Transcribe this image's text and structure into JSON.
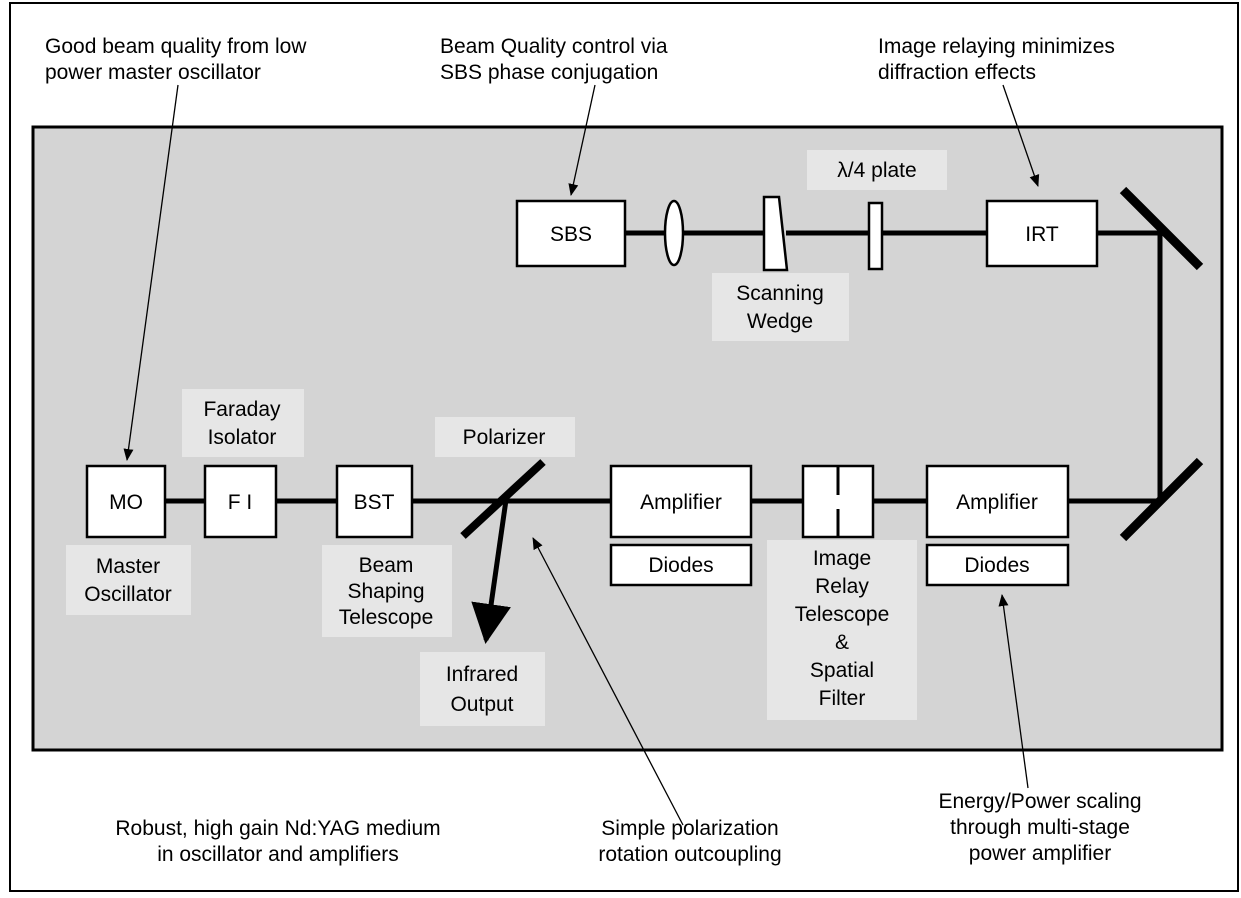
{
  "annotations": {
    "beam_quality_oscillator": [
      "Good beam quality from low",
      "power master oscillator"
    ],
    "beam_quality_sbs": [
      "Beam Quality control via",
      "SBS phase conjugation"
    ],
    "image_relaying": [
      "Image relaying minimizes",
      "diffraction effects"
    ],
    "nd_yag_medium": [
      "Robust, high gain Nd:YAG medium",
      "in oscillator and amplifiers"
    ],
    "polarization_outcoupling": [
      "Simple polarization",
      "rotation outcoupling"
    ],
    "energy_scaling": [
      "Energy/Power scaling",
      "through multi-stage",
      "power amplifier"
    ]
  },
  "components": {
    "sbs": "SBS",
    "irt": "IRT",
    "mo": "MO",
    "fi": "F I",
    "bst": "BST",
    "amplifier_1": "Amplifier",
    "amplifier_2": "Amplifier",
    "diodes_1": "Diodes",
    "diodes_2": "Diodes"
  },
  "labels": {
    "quarter_wave_plate": "λ/4 plate",
    "scanning_wedge": [
      "Scanning",
      "Wedge"
    ],
    "faraday_isolator": [
      "Faraday",
      "Isolator"
    ],
    "polarizer": "Polarizer",
    "master_oscillator": [
      "Master",
      "Oscillator"
    ],
    "beam_shaping_telescope": [
      "Beam",
      "Shaping",
      "Telescope"
    ],
    "infrared_output": [
      "Infrared",
      "Output"
    ],
    "image_relay_telescope": [
      "Image",
      "Relay",
      "Telescope",
      "&",
      "Spatial",
      "Filter"
    ]
  },
  "colors": {
    "panel_fill": "#d4d4d4",
    "label_fill": "#e6e6e6",
    "stroke": "#000000",
    "background": "#ffffff"
  }
}
